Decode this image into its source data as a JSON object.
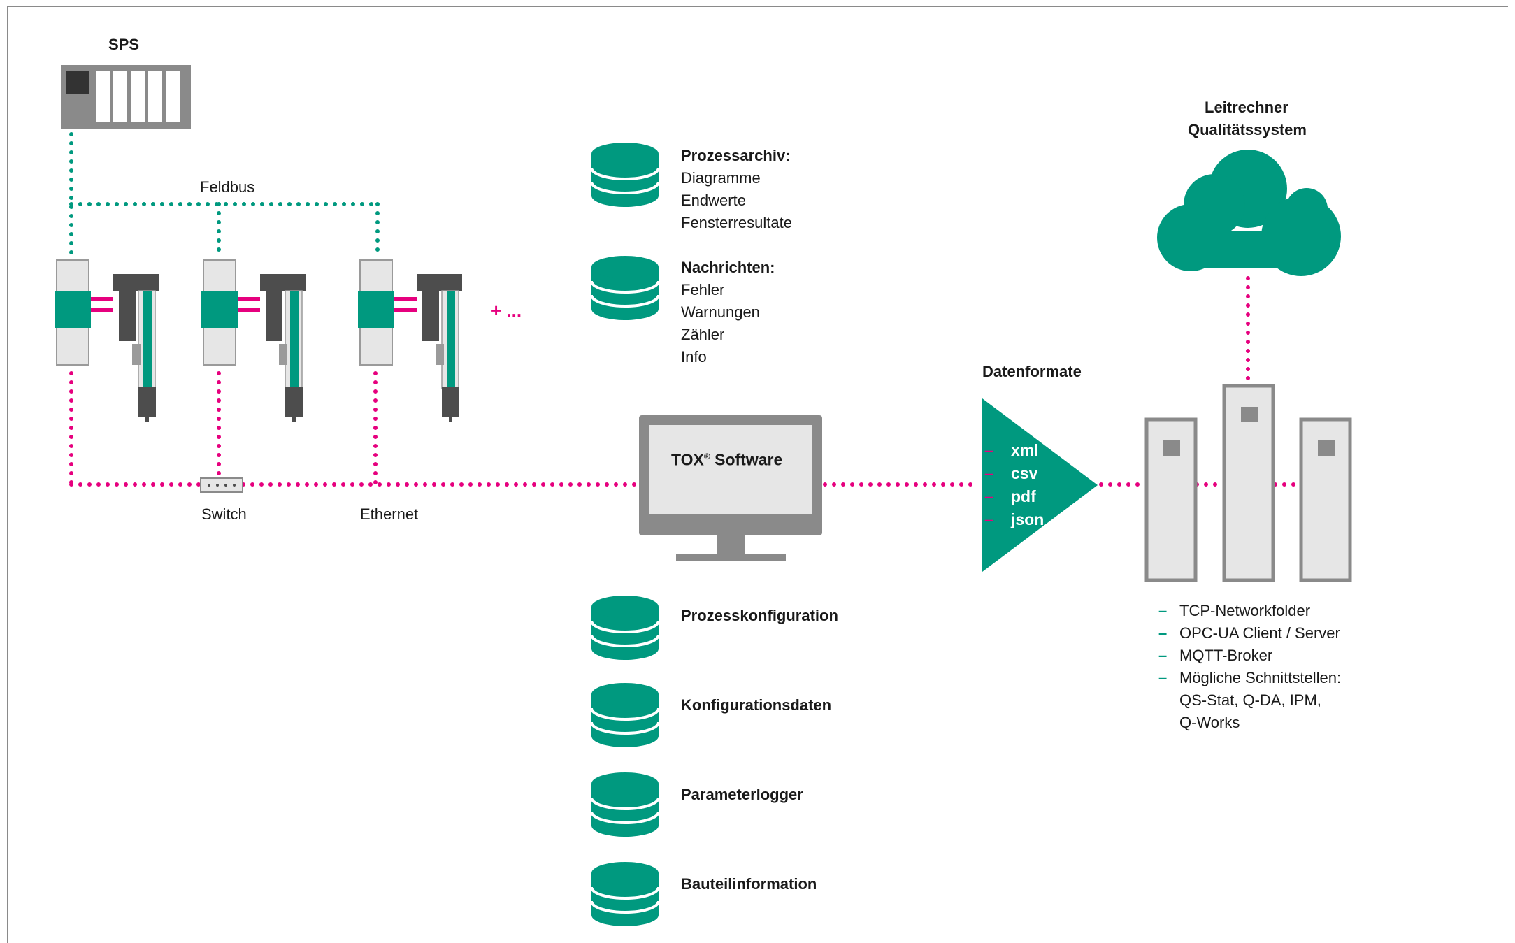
{
  "colors": {
    "teal": "#00997f",
    "magenta": "#e6007e",
    "grey_dark": "#4d4d4d",
    "grey_mid": "#8a8a8a",
    "grey_light": "#e6e6e6"
  },
  "labels": {
    "sps": "SPS",
    "feldbus": "Feldbus",
    "switch": "Switch",
    "ethernet": "Ethernet",
    "plus_more": "+ ...",
    "tox_software": "TOX",
    "tox_reg": "®",
    "tox_software_suffix": " Software",
    "datenformate": "Datenformate",
    "leitrechner_line1": "Leitrechner",
    "leitrechner_line2": "Qualitätssystem"
  },
  "prozessarchiv": {
    "title": "Prozessarchiv:",
    "items": [
      "Diagramme",
      "Endwerte",
      "Fensterresultate"
    ]
  },
  "nachrichten": {
    "title": "Nachrichten:",
    "items": [
      "Fehler",
      "Warnungen",
      "Zähler",
      "Info"
    ]
  },
  "databases": {
    "prozesskonfiguration": "Prozesskonfiguration",
    "konfigurationsdaten": "Konfigurationsdaten",
    "parameterlogger": "Parameterlogger",
    "bauteilinformation": "Bauteilinformation"
  },
  "formats": {
    "dash": "–",
    "items": [
      "xml",
      "csv",
      "pdf",
      "json"
    ]
  },
  "interfaces": {
    "dash": "–",
    "items": [
      "TCP-Networkfolder",
      "OPC-UA Client / Server",
      "MQTT-Broker",
      "Mögliche Schnittstellen:"
    ],
    "continuation": [
      "QS-Stat, Q-DA, IPM,",
      "Q-Works"
    ]
  },
  "icons": {
    "plc": "plc-rack-icon",
    "controller": "controller-module-icon",
    "press": "servo-press-icon",
    "database": "database-icon",
    "monitor": "monitor-icon",
    "switch": "network-switch-icon",
    "cloud": "cloud-icon",
    "server": "server-tower-icon",
    "formats": "data-format-triangle-icon"
  }
}
